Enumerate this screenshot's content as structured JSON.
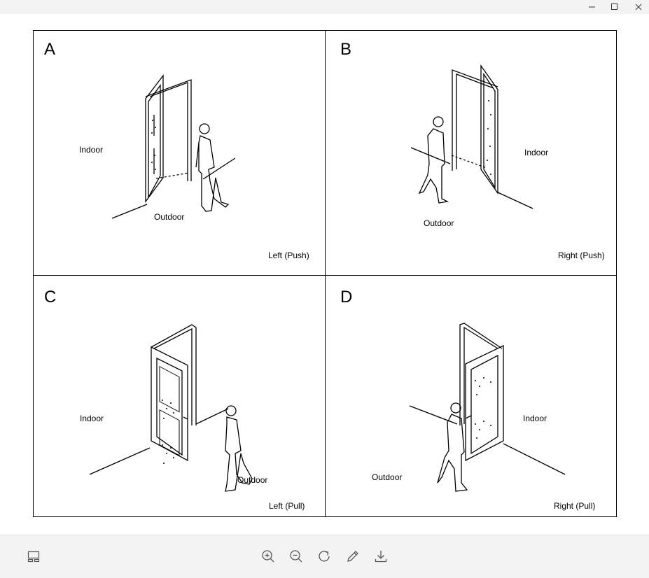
{
  "window": {
    "controls": [
      "minimize",
      "maximize",
      "close"
    ]
  },
  "figure": {
    "panels": [
      {
        "letter": "A",
        "indoor": "Indoor",
        "outdoor": "Outdoor",
        "caption": "Left (Push)"
      },
      {
        "letter": "B",
        "indoor": "Indoor",
        "outdoor": "Outdoor",
        "caption": "Right (Push)"
      },
      {
        "letter": "C",
        "indoor": "Indoor",
        "outdoor": "Outdoor",
        "caption": "Left (Pull)"
      },
      {
        "letter": "D",
        "indoor": "Indoor",
        "outdoor": "Outdoor",
        "caption": "Right (Pull)"
      }
    ]
  },
  "toolbar": {
    "icons": [
      "thumbnail-strip-icon",
      "zoom-in-icon",
      "zoom-out-icon",
      "rotate-icon",
      "edit-icon",
      "download-icon"
    ]
  },
  "colors": {
    "chrome_background": "#f3f3f3",
    "ink": "#000000",
    "icon": "#555555"
  }
}
